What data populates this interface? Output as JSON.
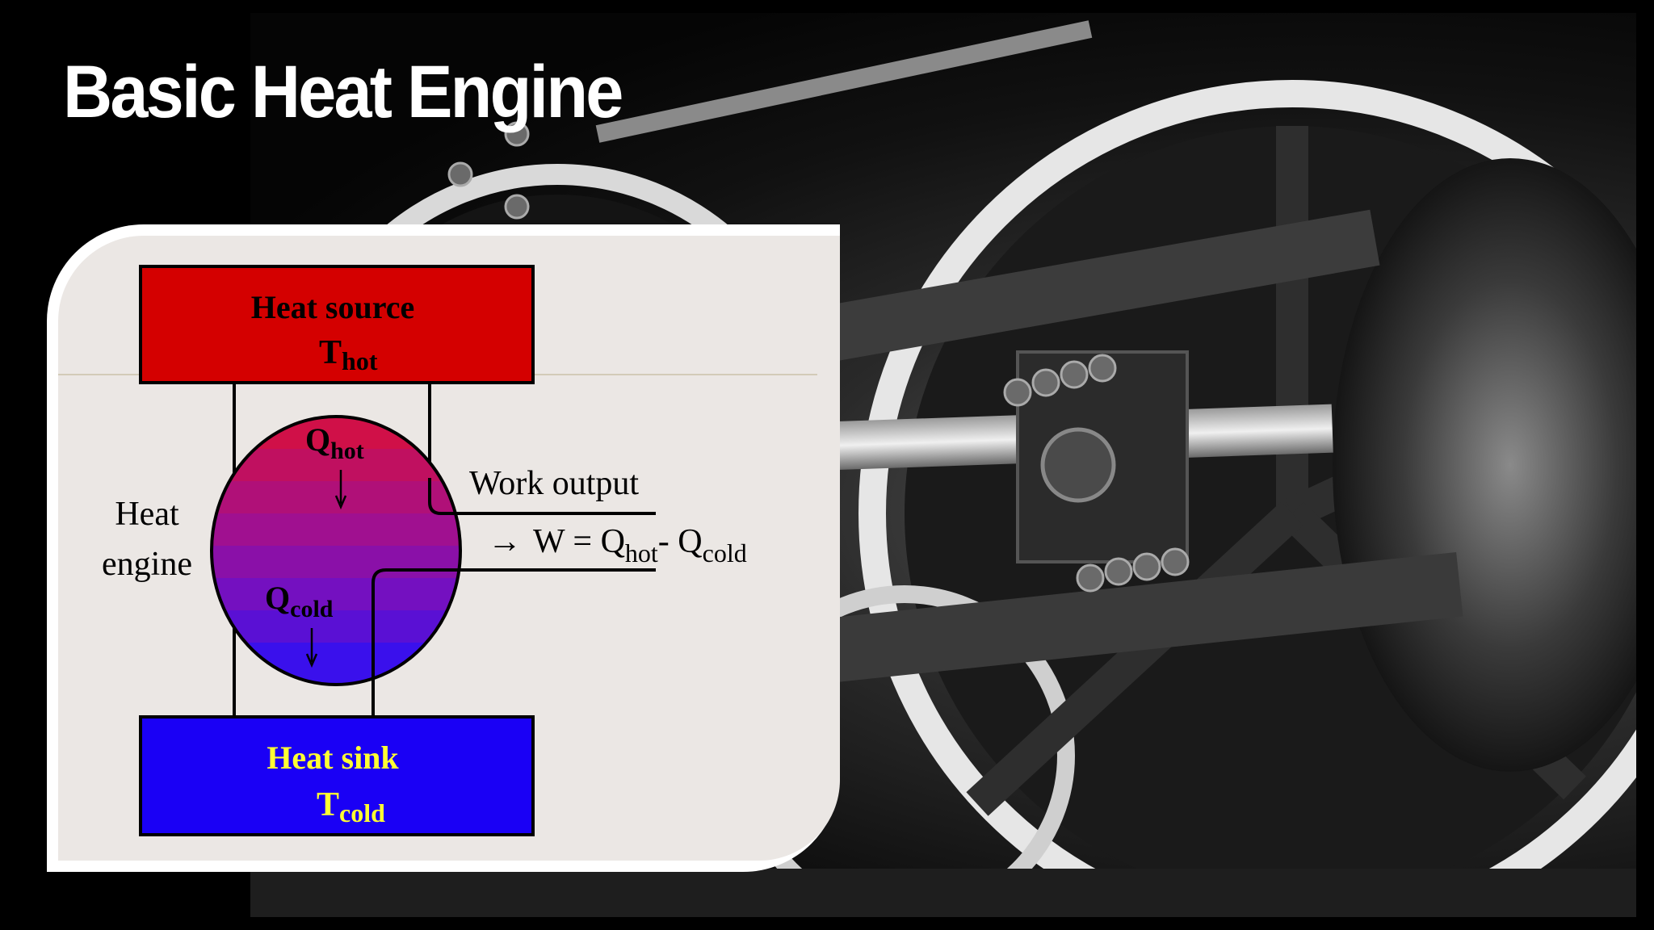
{
  "slide": {
    "title": "Basic Heat Engine"
  },
  "diagram": {
    "source": {
      "label": "Heat source",
      "temp_symbol": "T",
      "temp_sub": "hot"
    },
    "engine_label": [
      "Heat",
      "engine"
    ],
    "q_hot": {
      "symbol": "Q",
      "sub": "hot"
    },
    "q_cold": {
      "symbol": "Q",
      "sub": "cold"
    },
    "work": {
      "label": "Work output",
      "arrow": "→",
      "equation_prefix": "W = Q",
      "equation_sub1": "hot",
      "equation_mid": "- Q",
      "equation_sub2": "cold"
    },
    "sink": {
      "label": "Heat sink",
      "temp_symbol": "T",
      "temp_sub": "cold"
    },
    "colors": {
      "source_fill": "#d40000",
      "sink_fill": "#1a00f5",
      "sink_text": "#ffff33",
      "engine_top": "#c8104a",
      "engine_bottom": "#2a10e8"
    }
  }
}
